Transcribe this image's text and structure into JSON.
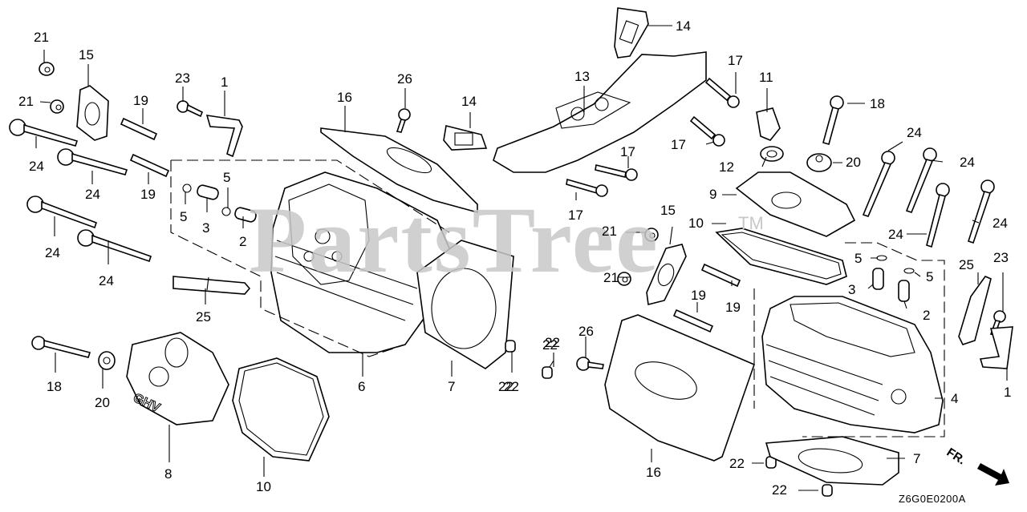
{
  "diagram": {
    "title": "Cylinder Head Assembly Exploded View",
    "code": "Z6G0E0200A",
    "watermark": "PartsTree",
    "trademark": "TM",
    "direction_label": "FR.",
    "engine_logo": "GHV"
  },
  "callouts": [
    {
      "id": "c21a",
      "label": "21",
      "part": "nut"
    },
    {
      "id": "c15a",
      "label": "15",
      "part": "insulator-gasket"
    },
    {
      "id": "c21b",
      "label": "21",
      "part": "nut"
    },
    {
      "id": "c24a",
      "label": "24",
      "part": "flange-bolt"
    },
    {
      "id": "c19a",
      "label": "19",
      "part": "stud-bolt"
    },
    {
      "id": "c23a",
      "label": "23",
      "part": "flange-bolt"
    },
    {
      "id": "c1a",
      "label": "1",
      "part": "hanger"
    },
    {
      "id": "c24b",
      "label": "24",
      "part": "flange-bolt"
    },
    {
      "id": "c19b",
      "label": "19",
      "part": "stud-bolt"
    },
    {
      "id": "c5a",
      "label": "5",
      "part": "clip"
    },
    {
      "id": "c3a",
      "label": "3",
      "part": "valve-guide"
    },
    {
      "id": "c5b",
      "label": "5",
      "part": "clip"
    },
    {
      "id": "c2a",
      "label": "2",
      "part": "valve-guide"
    },
    {
      "id": "c24c",
      "label": "24",
      "part": "flange-bolt"
    },
    {
      "id": "c24d",
      "label": "24",
      "part": "flange-bolt"
    },
    {
      "id": "c25a",
      "label": "25",
      "part": "spark-plug"
    },
    {
      "id": "c16a",
      "label": "16",
      "part": "head-cover"
    },
    {
      "id": "c26a",
      "label": "26",
      "part": "screw"
    },
    {
      "id": "c14a",
      "label": "14",
      "part": "gasket"
    },
    {
      "id": "c6",
      "label": "6",
      "part": "cylinder-head-assembly"
    },
    {
      "id": "c7a",
      "label": "7",
      "part": "head-gasket"
    },
    {
      "id": "c22a",
      "label": "22",
      "part": "dowel-pin"
    },
    {
      "id": "c22b",
      "label": "22",
      "part": "dowel-pin"
    },
    {
      "id": "c18a",
      "label": "18",
      "part": "breather-bolt"
    },
    {
      "id": "c20a",
      "label": "20",
      "part": "grommet"
    },
    {
      "id": "c8",
      "label": "8",
      "part": "head-cover"
    },
    {
      "id": "c10a",
      "label": "10",
      "part": "head-cover-gasket"
    },
    {
      "id": "c14b",
      "label": "14",
      "part": "gasket"
    },
    {
      "id": "c13",
      "label": "13",
      "part": "intake-manifold"
    },
    {
      "id": "c17a",
      "label": "17",
      "part": "flange-bolt"
    },
    {
      "id": "c17b",
      "label": "17",
      "part": "flange-bolt"
    },
    {
      "id": "c17c",
      "label": "17",
      "part": "flange-bolt"
    },
    {
      "id": "c17d",
      "label": "17",
      "part": "flange-bolt"
    },
    {
      "id": "c11",
      "label": "11",
      "part": "oil-filler-cap"
    },
    {
      "id": "c18b",
      "label": "18",
      "part": "breather-bolt"
    },
    {
      "id": "c12",
      "label": "12",
      "part": "washer"
    },
    {
      "id": "c20b",
      "label": "20",
      "part": "grommet"
    },
    {
      "id": "c9",
      "label": "9",
      "part": "head-cover"
    },
    {
      "id": "c10b",
      "label": "10",
      "part": "head-cover-gasket"
    },
    {
      "id": "c24e",
      "label": "24",
      "part": "flange-bolt"
    },
    {
      "id": "c24f",
      "label": "24",
      "part": "flange-bolt"
    },
    {
      "id": "c24g",
      "label": "24",
      "part": "flange-bolt"
    },
    {
      "id": "c24h",
      "label": "24",
      "part": "flange-bolt"
    },
    {
      "id": "c21c",
      "label": "21",
      "part": "nut"
    },
    {
      "id": "c15b",
      "label": "15",
      "part": "insulator-gasket"
    },
    {
      "id": "c21d",
      "label": "21",
      "part": "nut"
    },
    {
      "id": "c19c",
      "label": "19",
      "part": "stud-bolt"
    },
    {
      "id": "c19d",
      "label": "19",
      "part": "stud-bolt"
    },
    {
      "id": "c5c",
      "label": "5",
      "part": "clip"
    },
    {
      "id": "c5d",
      "label": "5",
      "part": "clip"
    },
    {
      "id": "c3b",
      "label": "3",
      "part": "valve-guide"
    },
    {
      "id": "c2b",
      "label": "2",
      "part": "valve-guide"
    },
    {
      "id": "c25b",
      "label": "25",
      "part": "spark-plug"
    },
    {
      "id": "c23b",
      "label": "23",
      "part": "flange-bolt"
    },
    {
      "id": "c1b",
      "label": "1",
      "part": "hanger"
    },
    {
      "id": "c4",
      "label": "4",
      "part": "cylinder-head-assembly"
    },
    {
      "id": "c26b",
      "label": "26",
      "part": "screw"
    },
    {
      "id": "c22c",
      "label": "22",
      "part": "dowel-pin"
    },
    {
      "id": "c22d",
      "label": "22",
      "part": "dowel-pin"
    },
    {
      "id": "c16b",
      "label": "16",
      "part": "head-cover"
    },
    {
      "id": "c22e",
      "label": "22",
      "part": "dowel-pin"
    },
    {
      "id": "c22f",
      "label": "22",
      "part": "dowel-pin"
    },
    {
      "id": "c7b",
      "label": "7",
      "part": "head-gasket"
    }
  ]
}
